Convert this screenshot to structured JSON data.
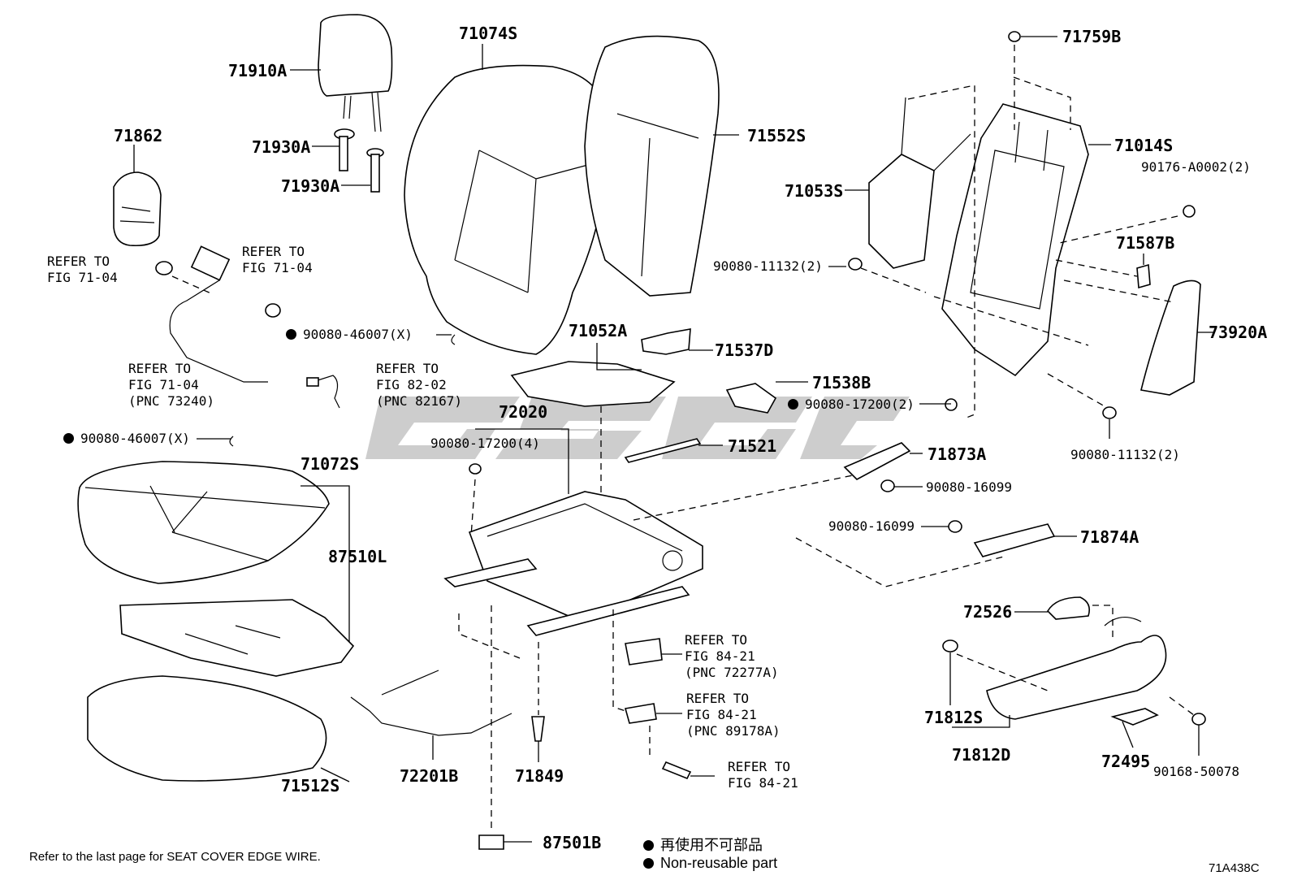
{
  "parts": {
    "p71074S": "71074S",
    "p71910A": "71910A",
    "p71862": "71862",
    "p71930A_1": "71930A",
    "p71930A_2": "71930A",
    "p71552S": "71552S",
    "p71759B": "71759B",
    "p71014S": "71014S",
    "p90176": "90176-A0002(2)",
    "p71053S": "71053S",
    "p90080_11132a": "90080-11132(2)",
    "p71587B": "71587B",
    "p73920A": "73920A",
    "p71052A": "71052A",
    "p71537D": "71537D",
    "p71538B": "71538B",
    "p90080_17200a": "90080-17200(2)",
    "p90080_11132b": "90080-11132(2)",
    "p90080_46007a": "90080-46007(X)",
    "p90080_46007b": "90080-46007(X)",
    "p72020": "72020",
    "p90080_17200b": "90080-17200(4)",
    "p71521": "71521",
    "p71873A": "71873A",
    "p90080_16099a": "90080-16099",
    "p90080_16099b": "90080-16099",
    "p71874A": "71874A",
    "p71072S": "71072S",
    "p87510L": "87510L",
    "p72526": "72526",
    "p71812S": "71812S",
    "p71812D": "71812D",
    "p72495": "72495",
    "p90168": "90168-50078",
    "p71512S": "71512S",
    "p72201B": "72201B",
    "p71849": "71849",
    "p87501B": "87501B"
  },
  "refs": {
    "r1": "REFER TO\nFIG 71-04",
    "r2": "REFER TO\nFIG 71-04",
    "r3": "REFER TO\nFIG 71-04\n(PNC 73240)",
    "r4": "REFER TO\nFIG 82-02\n(PNC 82167)",
    "r5": "REFER TO\nFIG 84-21\n(PNC 72277A)",
    "r6": "REFER TO\nFIG 84-21\n(PNC 89178A)",
    "r7": "REFER TO\nFIG 84-21"
  },
  "footer": {
    "note": "Refer to the last page for SEAT COVER EDGE WIRE.",
    "legend_jp": "再使用不可部品",
    "legend_en": "Non-reusable part",
    "code": "71A438C"
  },
  "watermark": "GSGC",
  "colors": {
    "line": "#000000",
    "watermark": "#c8c8c8",
    "background": "#ffffff"
  }
}
